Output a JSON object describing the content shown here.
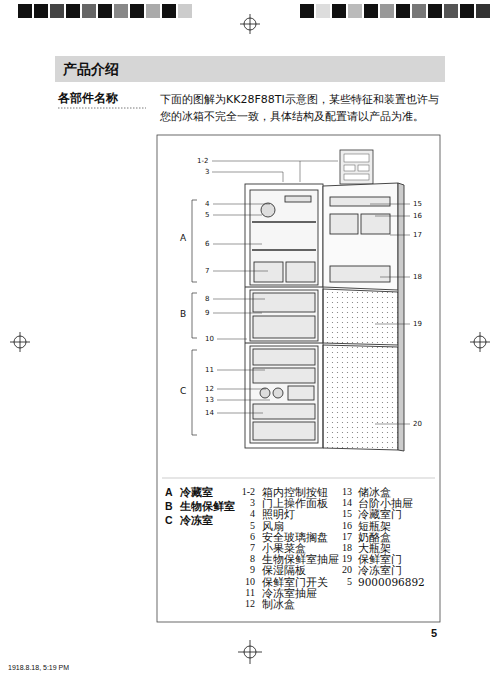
{
  "diagram": {
    "nodes": [
      {
        "text": [
          "产品介绍"
        ]
      }
    ],
    "labels": [
      "各部件名称",
      "下面的图解为KK28F88TI示意图，某些特征和装置也许与您的冰箱不完全一致，具体结构及配置请以产品为准。",
      "1-2",
      "3",
      "4",
      "5",
      "6",
      "7",
      "A",
      "8",
      "9",
      "B",
      "10",
      "11",
      "12",
      "13",
      "14",
      "C",
      "15",
      "16",
      "17",
      "18",
      "19",
      "20",
      "A",
      "冷藏室",
      "B",
      "生物保鲜室",
      "C",
      "冷冻室",
      "1-2",
      "箱内控制按钮",
      "3",
      "门上操作面板",
      "4",
      "照明灯",
      "5",
      "风扇",
      "6",
      "安全玻璃搁盘",
      "7",
      "小果菜盒",
      "8",
      "生物保鲜室抽屉",
      "9",
      "保湿隔板",
      "10",
      "保鲜室门开关",
      "11",
      "冷冻室抽屉",
      "12",
      "制冰盒",
      "13",
      "储冰盒",
      "14",
      "台阶小抽屉",
      "15",
      "冷藏室门",
      "16",
      "短瓶架",
      "17",
      "奶酪盒",
      "18",
      "大瓶架",
      "19",
      "保鲜室门",
      "20",
      "冷冻室门",
      "5",
      "9000096892",
      "5",
      "1918.8.18, 5:19 PM"
    ]
  }
}
